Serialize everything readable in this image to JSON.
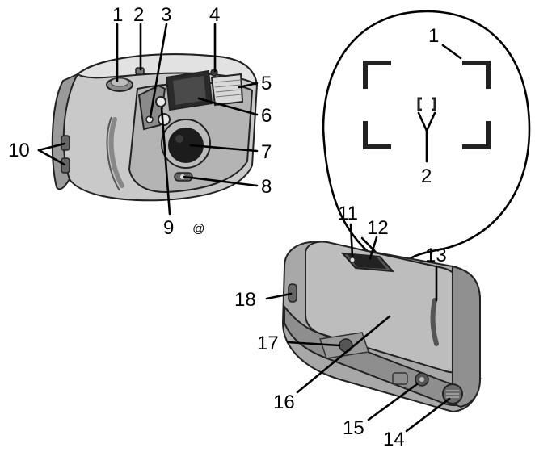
{
  "colors": {
    "body_light": "#cfcfcf",
    "body_mid": "#a9a9a9",
    "body_dark": "#6e6e6e",
    "lens_black": "#1c1c1c",
    "line": "#000000"
  },
  "front_view": {
    "labels": {
      "c1": "1",
      "c2": "2",
      "c3": "3",
      "c4": "4",
      "c5": "5",
      "c6": "6",
      "c7": "7",
      "c8": "8",
      "c9": "9",
      "c10": "10"
    },
    "mark": "@"
  },
  "viewfinder_inset": {
    "labels": {
      "c1": "1",
      "c2": "2"
    }
  },
  "back_view": {
    "labels": {
      "c11": "11",
      "c12": "12",
      "c13": "13",
      "c14": "14",
      "c15": "15",
      "c16": "16",
      "c17": "17",
      "c18": "18"
    }
  }
}
